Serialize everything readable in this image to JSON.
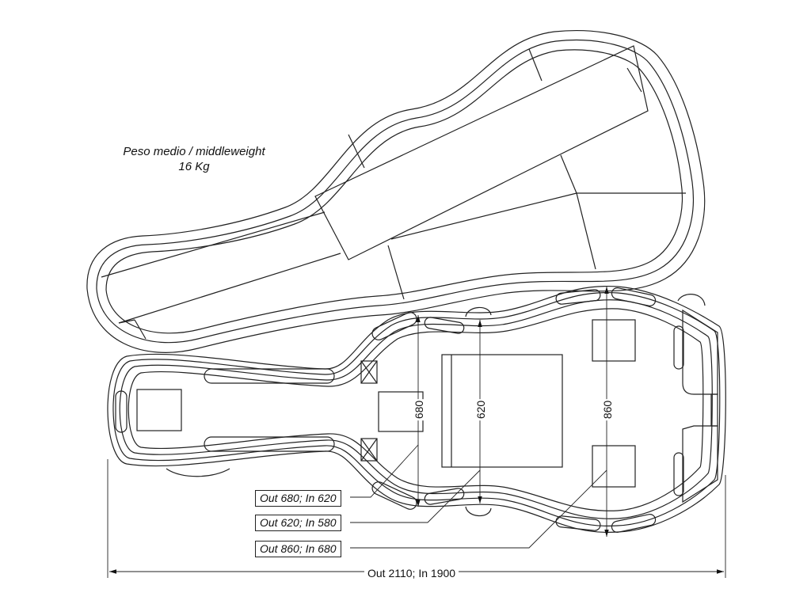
{
  "weight_note": {
    "line1": "Peso medio / middleweight",
    "line2": "16 Kg"
  },
  "callouts": [
    {
      "label": "Out 680; In 620"
    },
    {
      "label": "Out 620; In 580"
    },
    {
      "label": "Out 860; In 680"
    }
  ],
  "vertical_dims": [
    {
      "label": "680"
    },
    {
      "label": "620"
    },
    {
      "label": "860"
    }
  ],
  "overall_length": "Out 2110; In 1900",
  "colors": {
    "line": "#222222",
    "background": "#ffffff"
  }
}
